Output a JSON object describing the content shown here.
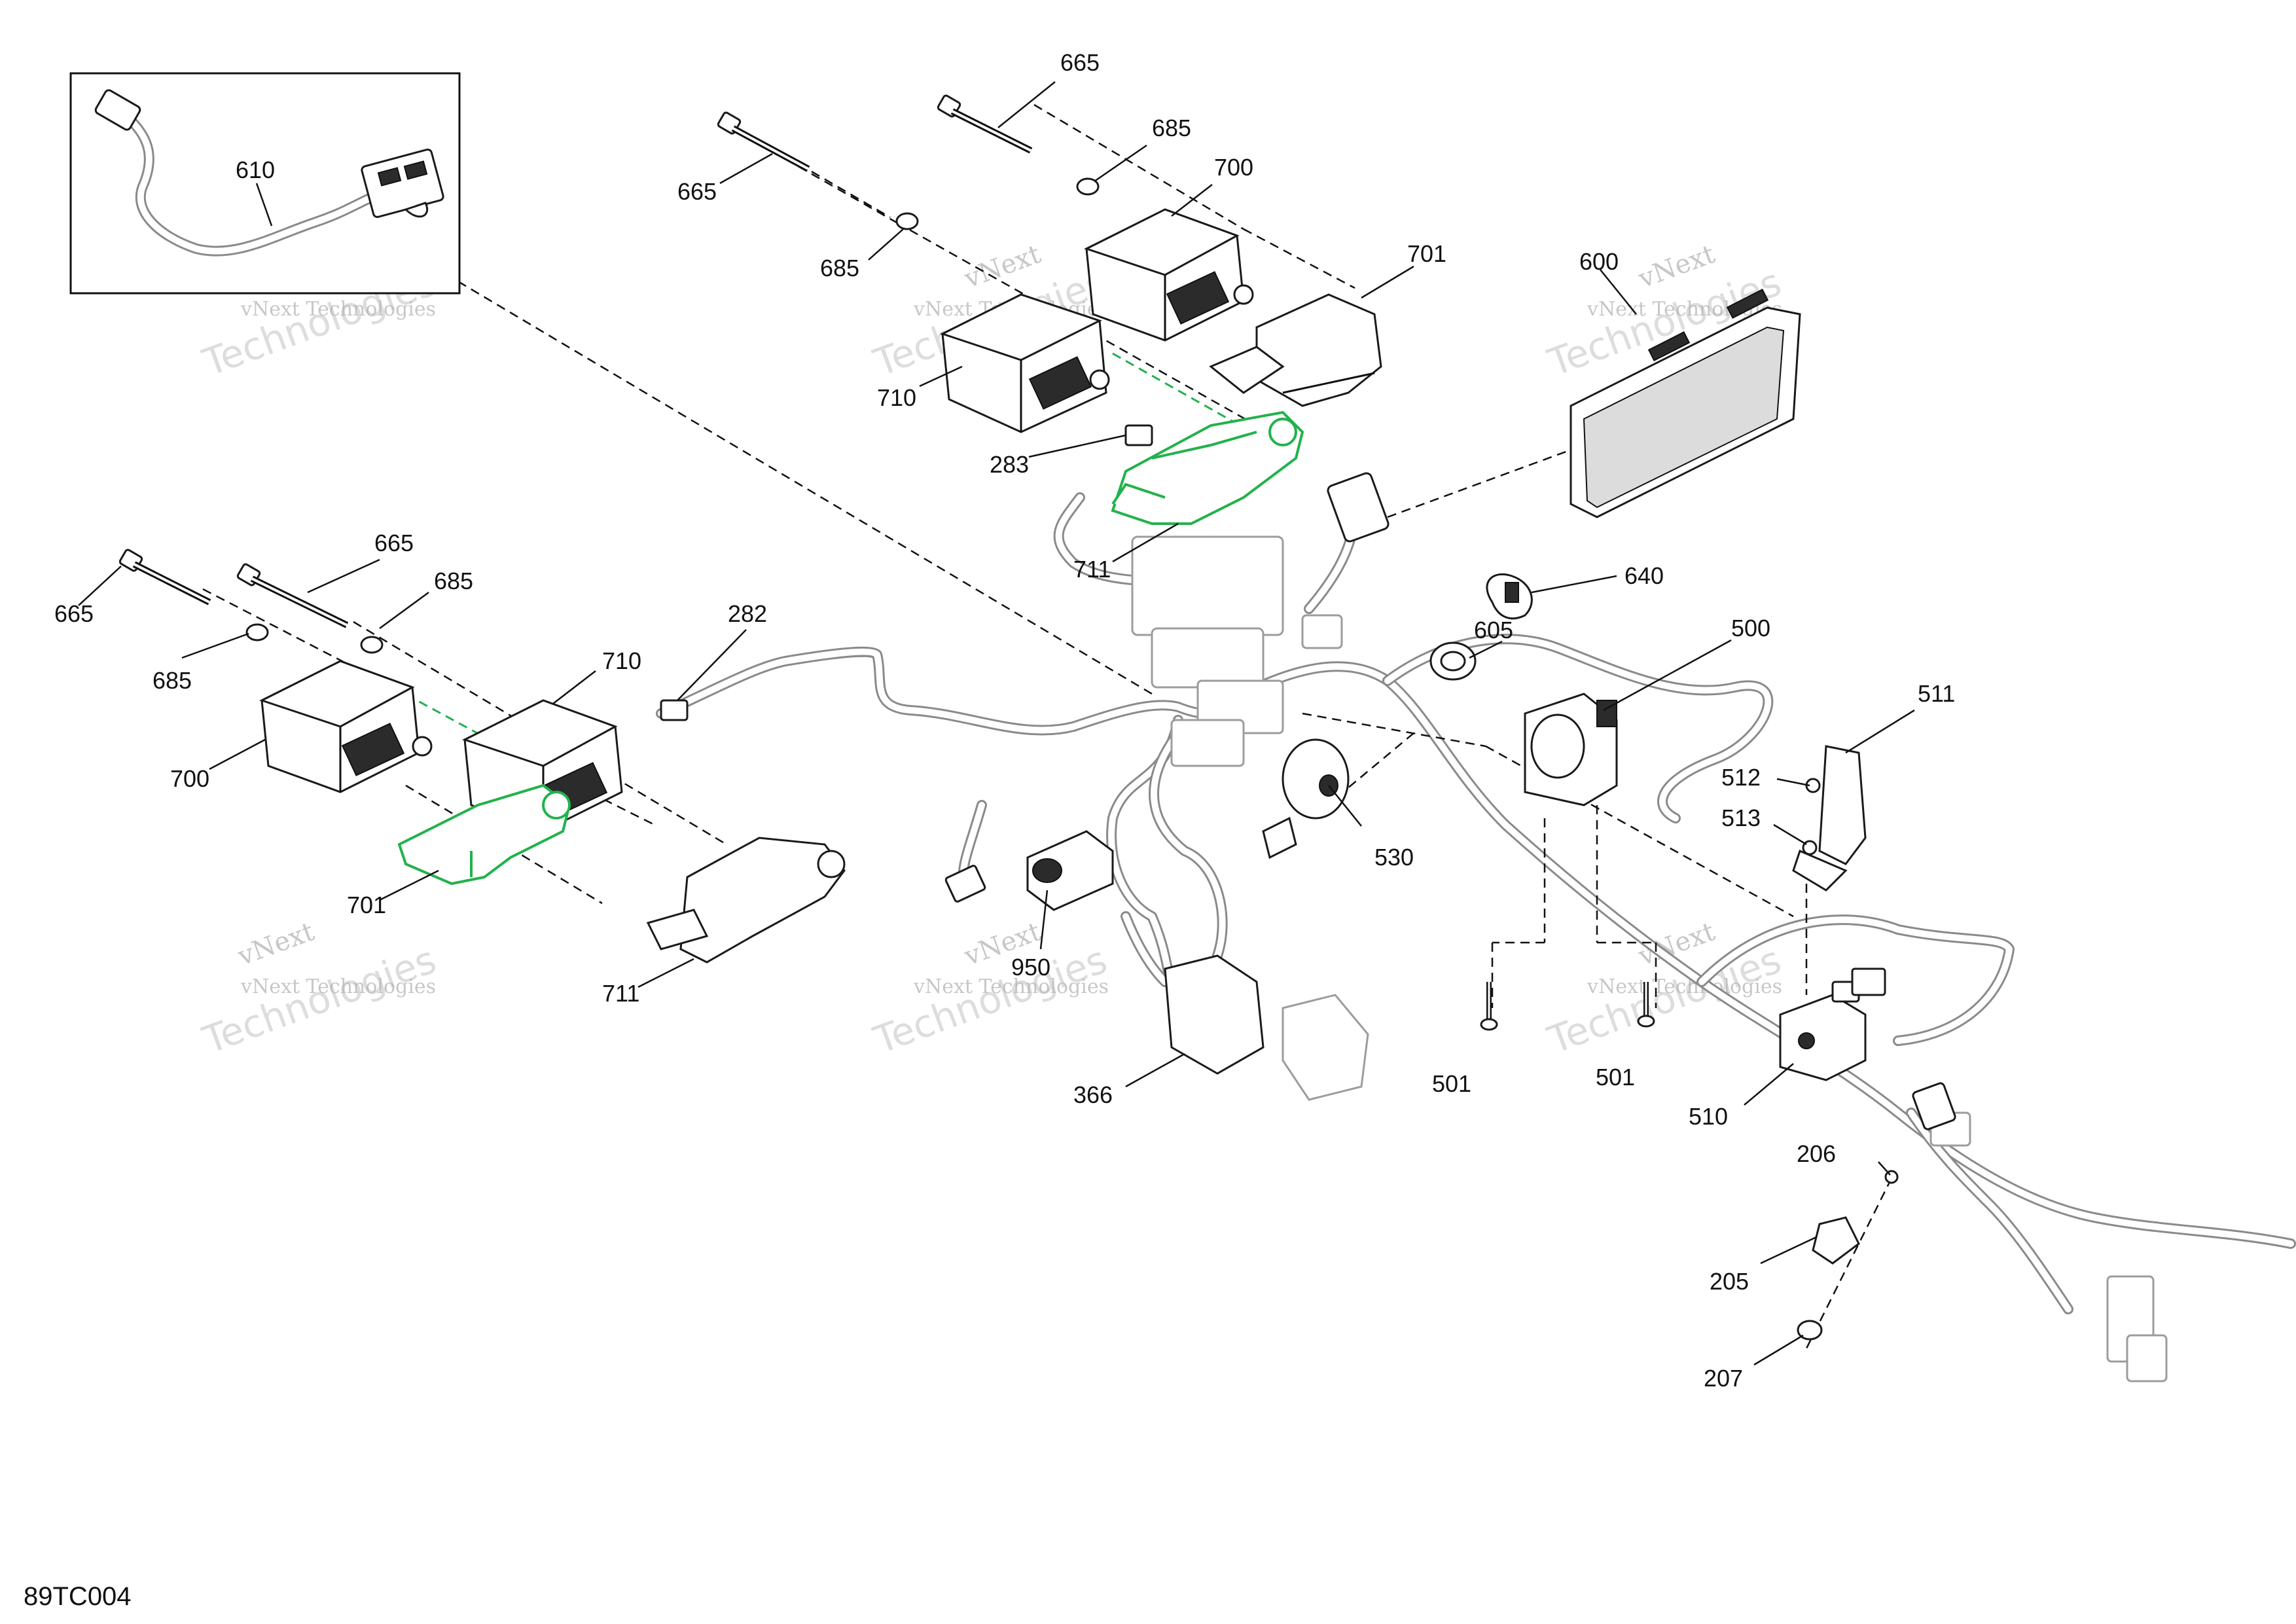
{
  "diagram_code": "89TC004",
  "watermark": {
    "line1": "vNext",
    "line2": "vNext Technologies",
    "line3": "Technologies"
  },
  "callouts": {
    "c610": "610",
    "c665a": "665",
    "c665b": "665",
    "c665c": "665",
    "c665d": "665",
    "c685a": "685",
    "c685b": "685",
    "c685c": "685",
    "c685d": "685",
    "c700a": "700",
    "c700b": "700",
    "c701a": "701",
    "c701b": "701",
    "c710a": "710",
    "c710b": "710",
    "c711a": "711",
    "c711b": "711",
    "c283": "283",
    "c282": "282",
    "c600": "600",
    "c640": "640",
    "c605": "605",
    "c500": "500",
    "c511": "511",
    "c512": "512",
    "c513": "513",
    "c530": "530",
    "c950": "950",
    "c366": "366",
    "c501a": "501",
    "c501b": "501",
    "c510": "510",
    "c206": "206",
    "c205": "205",
    "c207": "207"
  }
}
